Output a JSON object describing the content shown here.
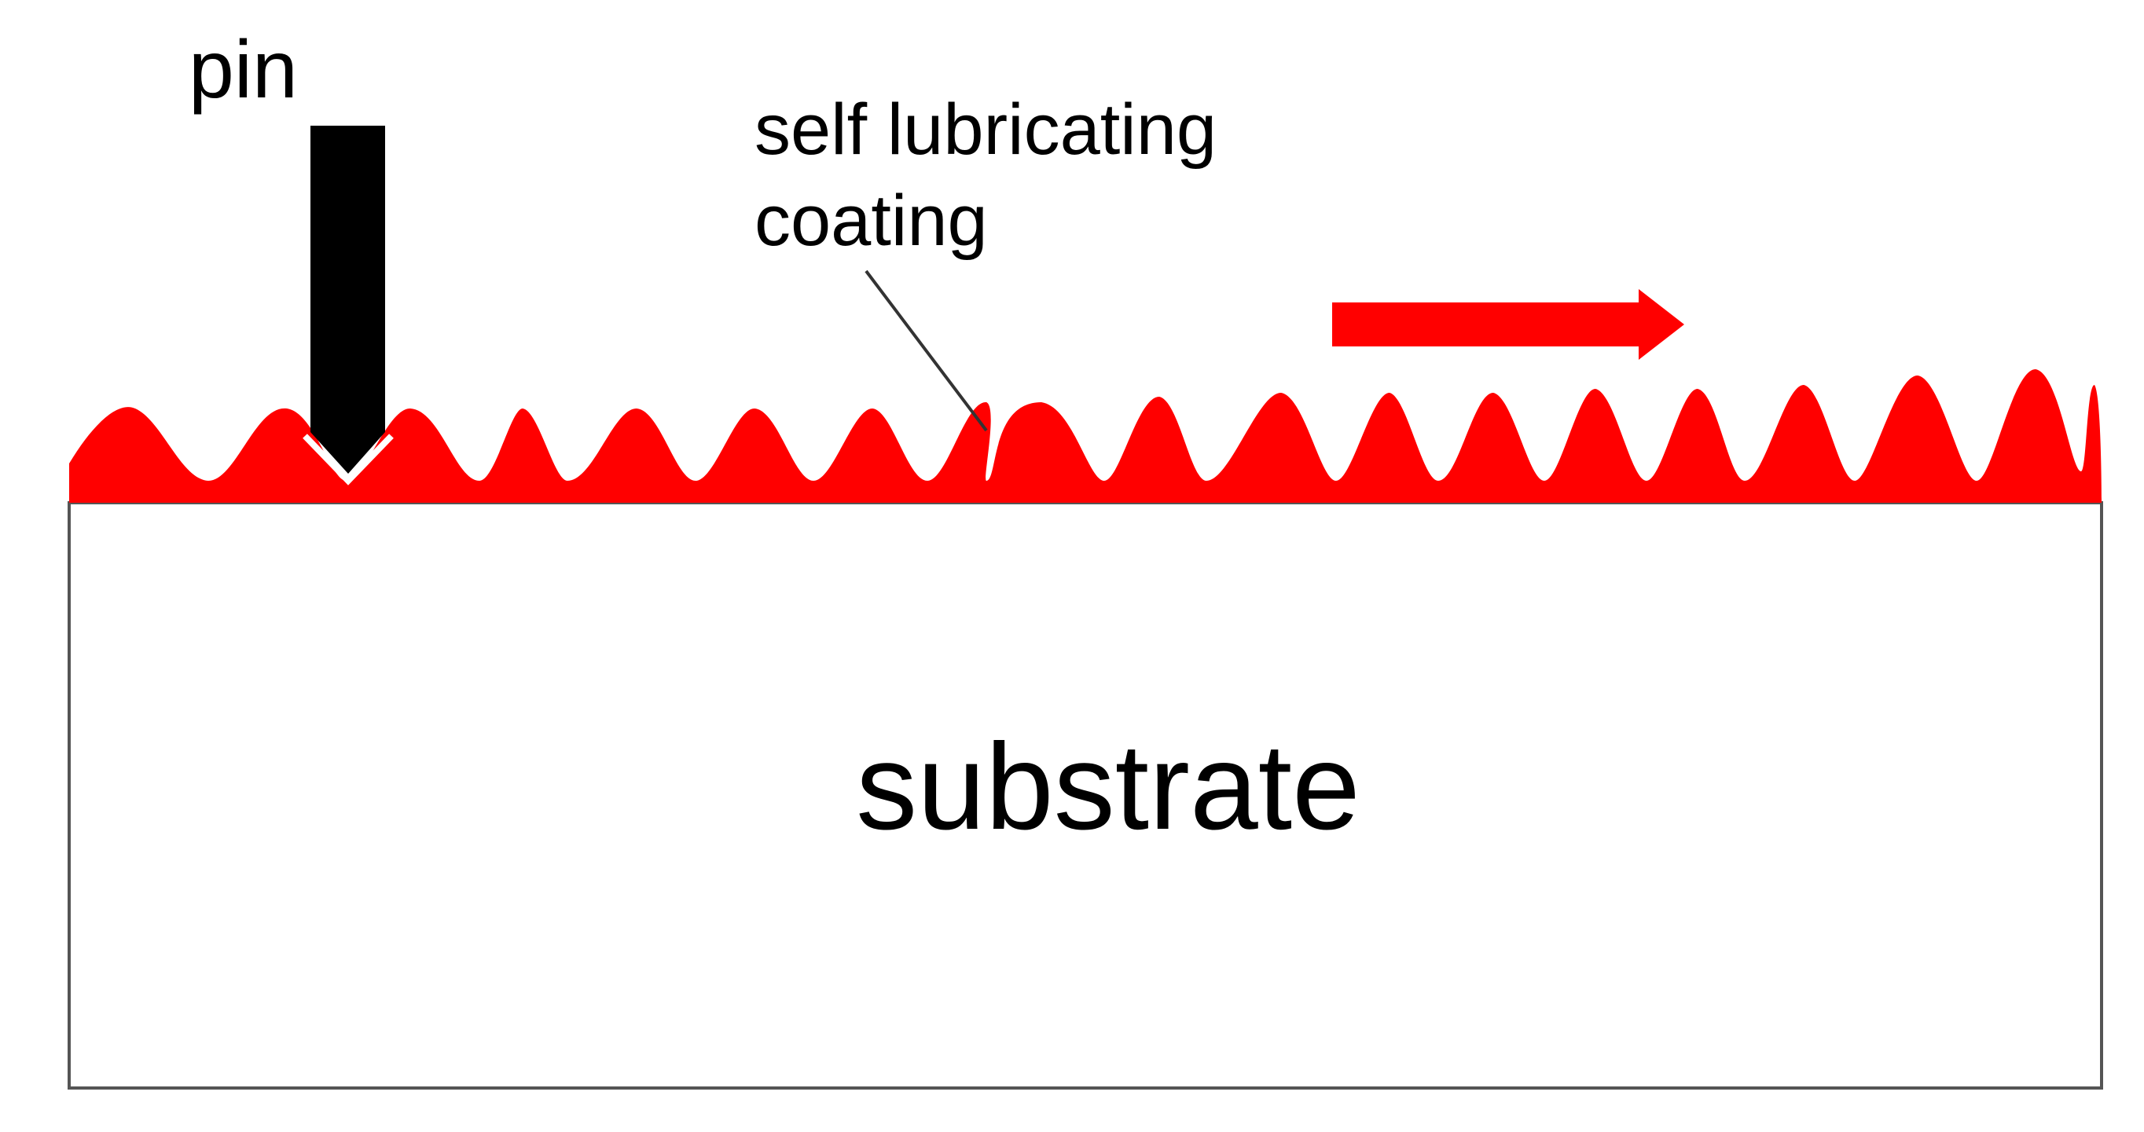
{
  "labels": {
    "pin": "pin",
    "coating_line1": "self lubricating",
    "coating_line2": "coating",
    "substrate": "substrate"
  },
  "colors": {
    "coating": "#ff0000",
    "arrow": "#ff0000",
    "pin": "#000000",
    "substrate_fill": "#ffffff",
    "substrate_border": "#555555",
    "leader_line": "#333333"
  },
  "icons": {
    "motion_arrow": "arrow-right-icon"
  }
}
